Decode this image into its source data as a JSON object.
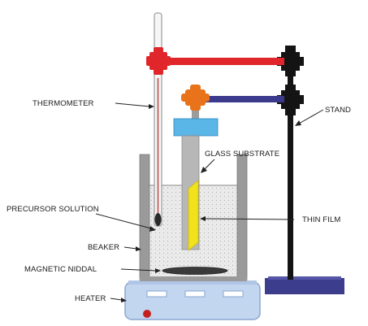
{
  "labels": {
    "thermometer": "THERMOMETER",
    "stand": "STAND",
    "glass_substrate": "GLASS SUBSTRATE",
    "precursor_solution": "PRECURSOR SOLUTION",
    "thin_film": "THIN FILM",
    "beaker": "BEAKER",
    "magnetic_niddal": "MAGNETIC NIDDAL",
    "heater": "HEATER"
  },
  "colors": {
    "clamp_red": "#e0262b",
    "clamp_arm_blue": "#3b3a8c",
    "substrate_holder_orange": "#e8731a",
    "holder_block_cyan": "#5ab6e6",
    "stand_black": "#141414",
    "stand_base": "#3d3d8e",
    "beaker_wall": "#9a9a9a",
    "solution": "#e6e6e6",
    "thin_film_yellow": "#f2e21c",
    "heater_blue": "#c3d6f0",
    "knob_red": "#c42020"
  }
}
